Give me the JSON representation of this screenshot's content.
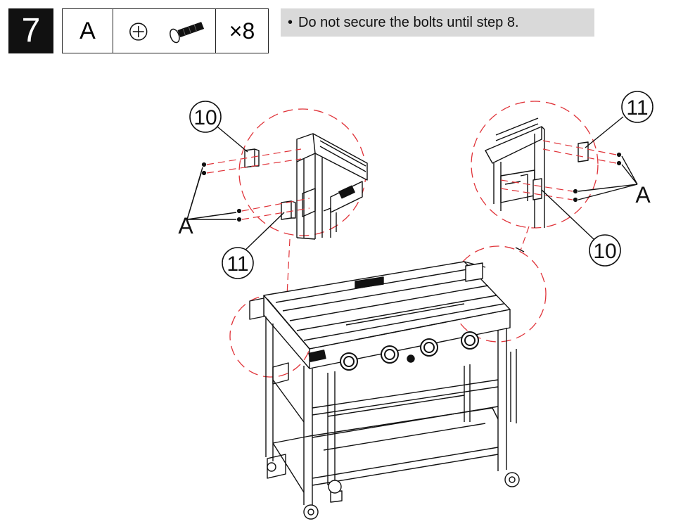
{
  "step": {
    "number": "7"
  },
  "parts": {
    "letter": "A",
    "quantity": "×8"
  },
  "note": {
    "bullet": "•",
    "text": "Do not secure the bolts until step 8."
  },
  "callouts": {
    "left_top": "10",
    "left_bottom": "11",
    "right_top": "11",
    "right_bottom": "10",
    "left_part_letter": "A",
    "right_part_letter": "A"
  },
  "colors": {
    "dashed_circle": "#e0343a",
    "line": "#111111",
    "note_bg": "#d9d9d9"
  }
}
